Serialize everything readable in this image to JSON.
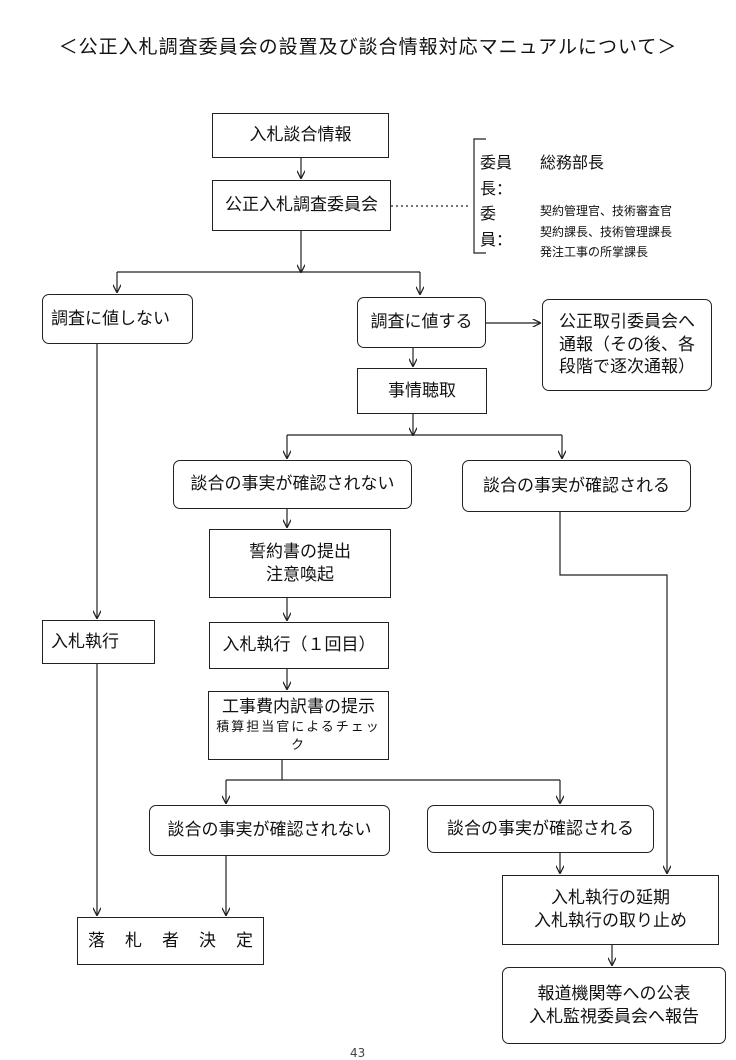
{
  "title": "＜公正入札調査委員会の設置及び談合情報対応マニュアルについて＞",
  "nodes": {
    "info": "入札談合情報",
    "committee": "公正入札調査委員会",
    "no_investigation": "調査に値しない",
    "investigate": "調査に値する",
    "ftc_line1": "公正取引委員会へ",
    "ftc_line2": "通報（その後、各",
    "ftc_line3": "段階で逐次通報）",
    "hearing": "事情聴取",
    "not_confirmed_1": "談合の事実が確認されない",
    "confirmed_1": "談合の事実が確認される",
    "pledge_line1": "誓約書の提出",
    "pledge_line2": "注意喚起",
    "bid_exec_left": "入札執行",
    "bid_exec_first": "入札執行（１回目）",
    "cost_line1": "工事費内訳書の提示",
    "cost_line2": "積算担当官によるチェック",
    "not_confirmed_2": "談合の事実が確認されない",
    "confirmed_2": "談合の事実が確認される",
    "postpone_line1": "入札執行の延期",
    "postpone_line2": "入札執行の取り止め",
    "winner": "落札者決定",
    "report_line1": "報道機関等への公表",
    "report_line2": "入札監視委員会へ報告"
  },
  "members": {
    "chair_label": "委員長：",
    "chair": "総務部長",
    "member_label": "委　員：",
    "member_lines": [
      "契約管理官、技術審査官",
      "契約課長、技術管理課長",
      "発注工事の所掌課長"
    ]
  },
  "page_number": "43"
}
